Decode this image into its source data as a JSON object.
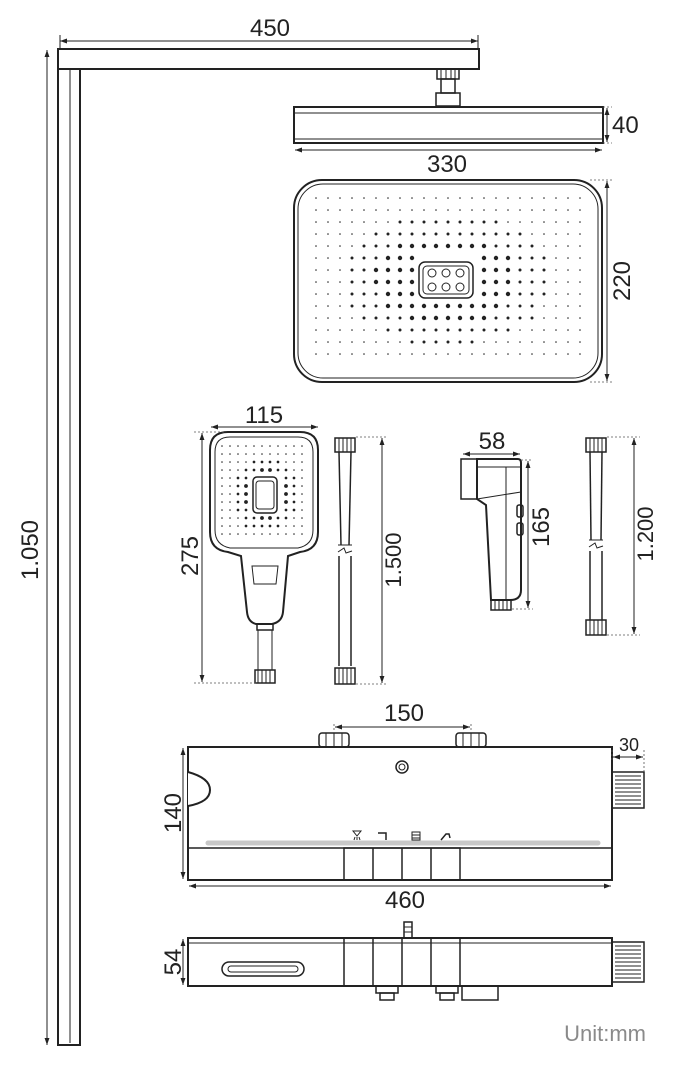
{
  "dimensions": {
    "arm_length": "450",
    "total_height": "1.050",
    "head_thickness": "40",
    "head_width": "330",
    "head_depth": "220",
    "hand_width": "115",
    "hand_length": "275",
    "hose_long": "1.500",
    "bidet_width": "58",
    "bidet_length": "165",
    "hose_short": "1.200",
    "spout_spacing": "150",
    "knob_protrusion": "30",
    "panel_height": "140",
    "panel_width": "460",
    "panel_depth": "54"
  },
  "unit_label": "Unit:mm",
  "icons": [
    "rain-shower-icon",
    "spout-icon",
    "hand-shower-icon",
    "bidet-icon"
  ],
  "colors": {
    "line": "#222222",
    "unit_text": "#8a8a8a",
    "light_bar": "#c8c8c8"
  }
}
